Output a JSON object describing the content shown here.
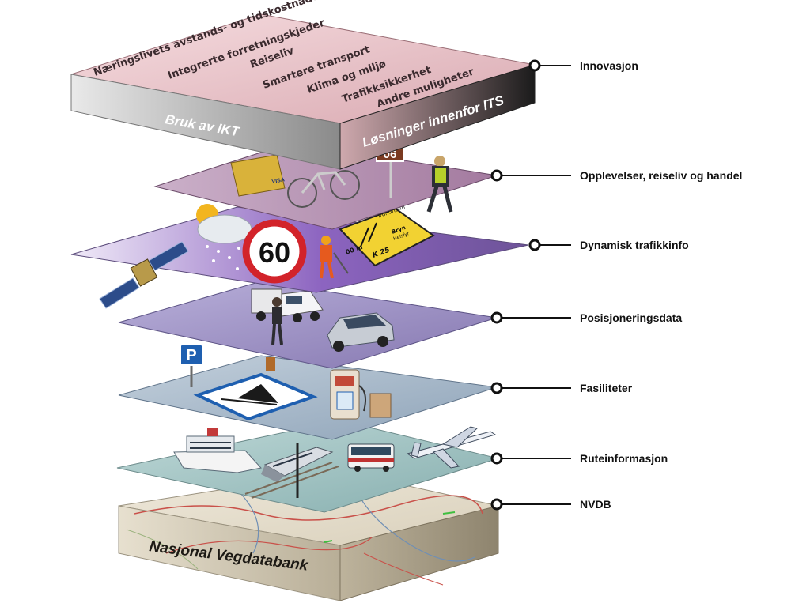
{
  "layers": [
    {
      "label": "Innovasjon"
    },
    {
      "label": "Opplevelser, reiseliv og handel"
    },
    {
      "label": "Dynamisk trafikkinfo"
    },
    {
      "label": "Posisjoneringsdata"
    },
    {
      "label": "Fasiliteter"
    },
    {
      "label": "Ruteinformasjon"
    },
    {
      "label": "NVDB"
    }
  ],
  "top_block": {
    "items": [
      "Næringslivets avstands- og tidskostnader",
      "Integrerte forretningskjeder",
      "Reiseliv",
      "Smartere transport",
      "Klima og miljø",
      "Trafikksikkerhet",
      "Andre muligheter"
    ],
    "left_side": "Bruk av IKT",
    "right_side": "Løsninger innenfor ITS"
  },
  "signs": {
    "speed_limit": "60",
    "direction_city": "Trondheim",
    "direction_place": "Bryn",
    "direction_place2": "Helsfyr",
    "direction_distance": "00 m",
    "direction_code": "K 25",
    "parking": "P",
    "road_number": "06",
    "card": "VISA"
  },
  "base": {
    "title": "Nasjonal Vegdatabank"
  },
  "colors": {
    "innovation_top": "#e9c7cc",
    "experience_layer": "#b48fb0",
    "traffic_layer": "#9f86c6",
    "positioning_layer": "#9c90c2",
    "facilities_layer": "#9fb0c4",
    "route_layer": "#9fc0bf",
    "map_base": "#e9e4d4"
  }
}
